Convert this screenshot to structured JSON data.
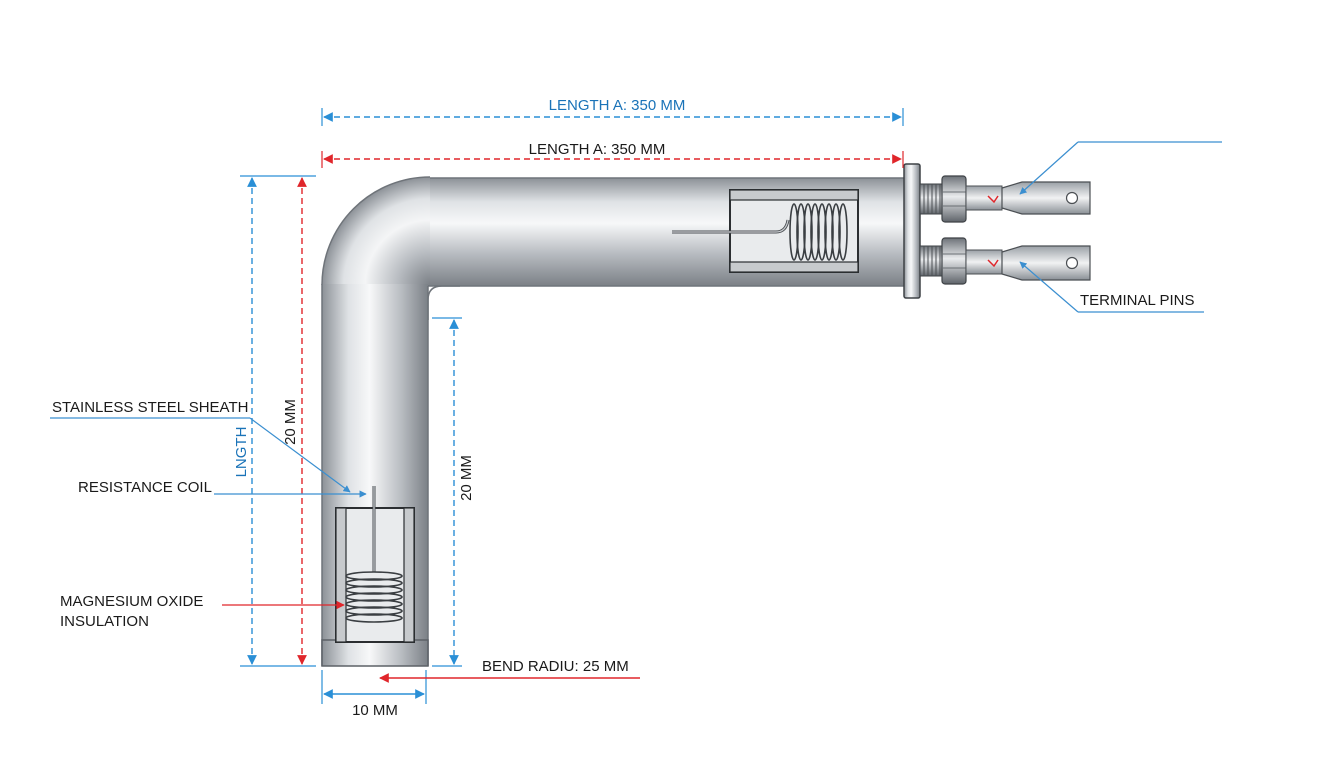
{
  "colors": {
    "dim_blue": "#2a8fd6",
    "dim_red": "#e0262b",
    "leader_blue": "#3b8fd0",
    "steel_light": "#eceef0",
    "steel_mid": "#b9bdc2",
    "steel_dark": "#70757b",
    "text": "#1a1a1a"
  },
  "dimensions": {
    "length_a_blue": "LENGTH A: 350 MM",
    "length_a_red": "LENGTH A: 350 MM",
    "length_vertical_blue": "LNGTH",
    "height_red": "20 MM",
    "inner_height_blue": "20 MM",
    "diameter": "10 MM",
    "bend_radius": "BEND RADIU: 25 MM"
  },
  "callouts": {
    "sheath": "STAINLESS STEEL SHEATH",
    "coil": "RESISTANCE COIL",
    "insulation_line1": "MAGNESIUM OXIDE",
    "insulation_line2": "INSULATION",
    "terminals": "TERMINAL PINS"
  }
}
